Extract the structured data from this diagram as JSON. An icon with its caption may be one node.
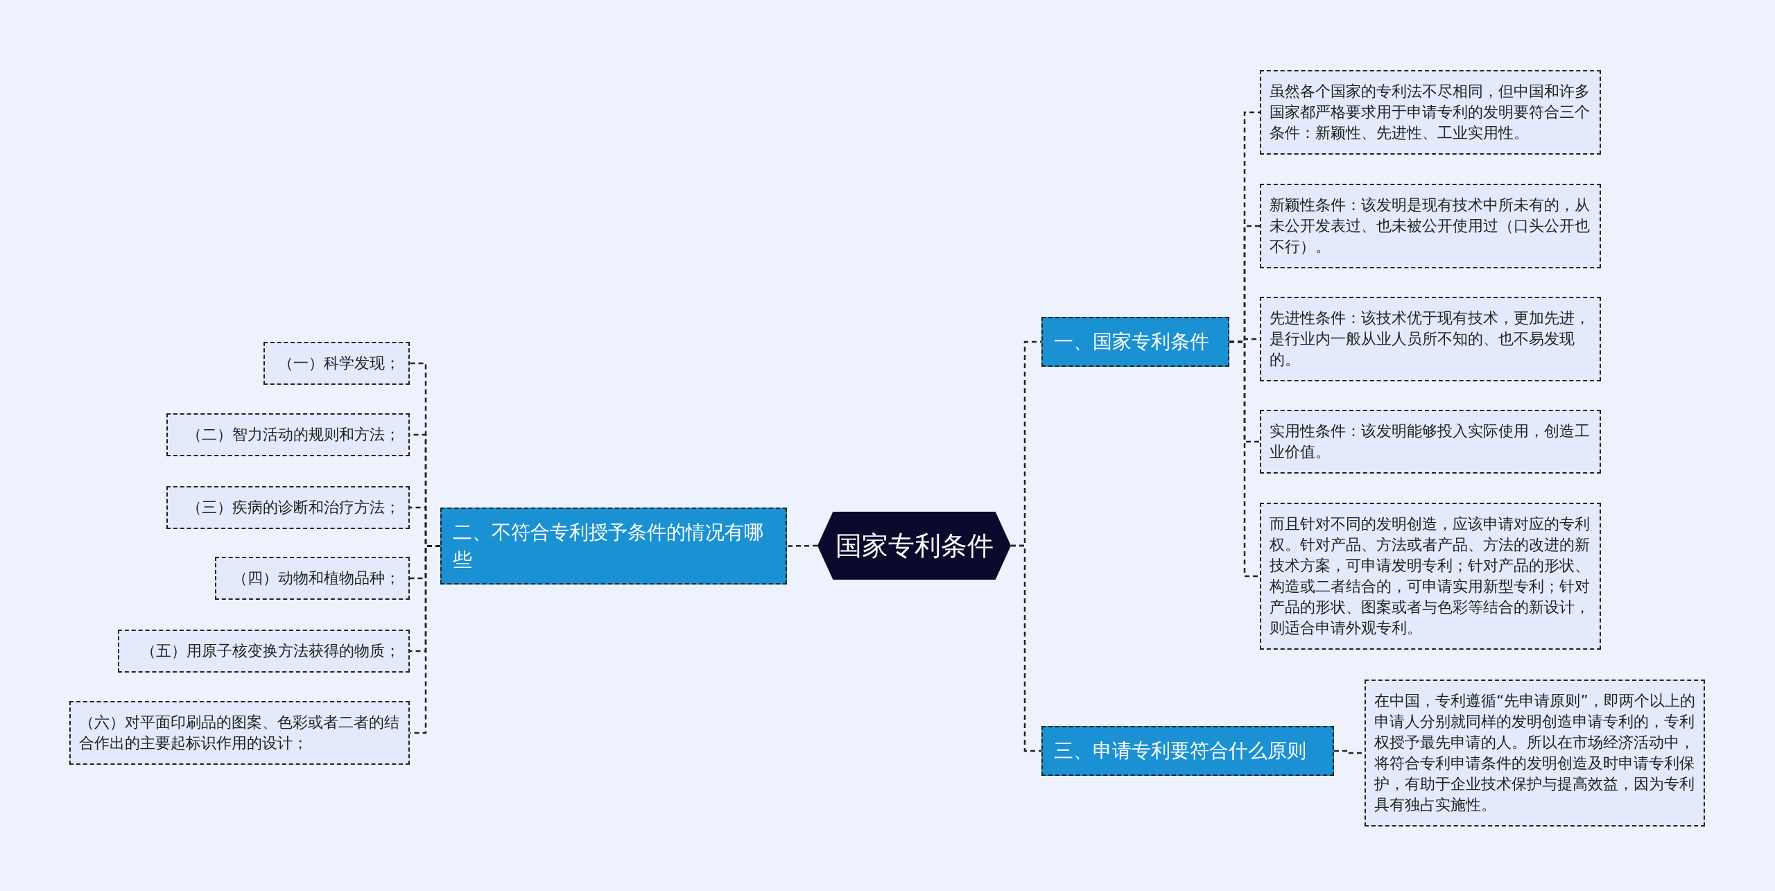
{
  "diagram": {
    "nodes": [
      {
        "text": [
          "国家专利条件"
        ]
      },
      {
        "text": [
          "一、国家专利条件"
        ]
      },
      {
        "text": [
          "虽然各个国家的专利法不尽相同，但中国和许多国家都严格要求用于申请专利的发明要符合三个条件：新颖性、先进性、工业实用性。"
        ]
      },
      {
        "text": [
          "新颖性条件：该发明是现有技术中所未有的，从未公开发表过、也未被公开使用过（口头公开也不行）。"
        ]
      },
      {
        "text": [
          "先进性条件：该技术优于现有技术，更加先进，是行业内一般从业人员所不知的、也不易发现的。"
        ]
      },
      {
        "text": [
          "实用性条件：该发明能够投入实际使用，创造工业价值。"
        ]
      },
      {
        "text": [
          "而且针对不同的发明创造，应该申请对应的专利权。针对产品、方法或者产品、方法的改进的新技术方案，可申请发明专利；针对产品的形状、构造或二者结合的，可申请实用新型专利；针对产品的形状、图案或者与色彩等结合的新设计，则适合申请外观专利。"
        ]
      },
      {
        "text": [
          "二、不符合专利授予条件的情况有哪些"
        ]
      },
      {
        "text": [
          "（一）科学发现；"
        ]
      },
      {
        "text": [
          "（二）智力活动的规则和方法；"
        ]
      },
      {
        "text": [
          "（三）疾病的诊断和治疗方法；"
        ]
      },
      {
        "text": [
          "（四）动物和植物品种；"
        ]
      },
      {
        "text": [
          "（五）用原子核变换方法获得的物质；"
        ]
      },
      {
        "text": [
          "（六）对平面印刷品的图案、色彩或者二者的结合作出的主要起标识作用的设计；"
        ]
      },
      {
        "text": [
          "三、申请专利要符合什么原则"
        ]
      },
      {
        "text": [
          "在中国，专利遵循“先申请原则”，即两个以上的申请人分别就同样的发明创造申请专利的，专利权授予最先申请的人。所以在市场经济活动中，将符合专利申请条件的发明创造及时申请专利保护，有助于企业技术保护与提高效益，因为专利具有独占实施性。"
        ]
      }
    ],
    "edges": [
      {
        "from": 0,
        "to": 1,
        "arrow": "none"
      },
      {
        "from": 1,
        "to": 2,
        "arrow": "none"
      },
      {
        "from": 1,
        "to": 3,
        "arrow": "none"
      },
      {
        "from": 1,
        "to": 4,
        "arrow": "none"
      },
      {
        "from": 1,
        "to": 5,
        "arrow": "none"
      },
      {
        "from": 1,
        "to": 6,
        "arrow": "none"
      },
      {
        "from": 0,
        "to": 7,
        "arrow": "none"
      },
      {
        "from": 7,
        "to": 8,
        "arrow": "none"
      },
      {
        "from": 7,
        "to": 9,
        "arrow": "none"
      },
      {
        "from": 7,
        "to": 10,
        "arrow": "none"
      },
      {
        "from": 7,
        "to": 11,
        "arrow": "none"
      },
      {
        "from": 7,
        "to": 12,
        "arrow": "none"
      },
      {
        "from": 7,
        "to": 13,
        "arrow": "none"
      },
      {
        "from": 0,
        "to": 14,
        "arrow": "none"
      },
      {
        "from": 14,
        "to": 15,
        "arrow": "none"
      }
    ]
  }
}
